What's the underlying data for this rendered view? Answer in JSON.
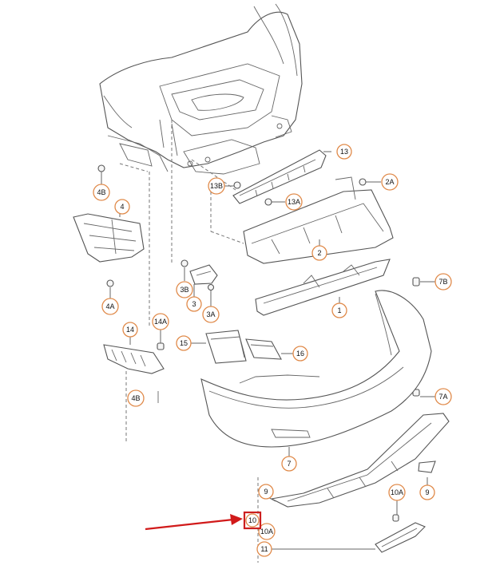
{
  "callouts": [
    {
      "id": "c13",
      "label": "13"
    },
    {
      "id": "c13b",
      "label": "13B"
    },
    {
      "id": "c13a",
      "label": "13A"
    },
    {
      "id": "c2a",
      "label": "2A"
    },
    {
      "id": "c2",
      "label": "2"
    },
    {
      "id": "c4b-top",
      "label": "4B"
    },
    {
      "id": "c4",
      "label": "4"
    },
    {
      "id": "c4a",
      "label": "4A"
    },
    {
      "id": "c3b",
      "label": "3B"
    },
    {
      "id": "c3",
      "label": "3"
    },
    {
      "id": "c3a",
      "label": "3A"
    },
    {
      "id": "c7b",
      "label": "7B"
    },
    {
      "id": "c1",
      "label": "1"
    },
    {
      "id": "c14",
      "label": "14"
    },
    {
      "id": "c14a",
      "label": "14A"
    },
    {
      "id": "c15",
      "label": "15"
    },
    {
      "id": "c16",
      "label": "16"
    },
    {
      "id": "c4b-bot",
      "label": "4B"
    },
    {
      "id": "c7a",
      "label": "7A"
    },
    {
      "id": "c7",
      "label": "7"
    },
    {
      "id": "c9-left",
      "label": "9"
    },
    {
      "id": "c10a-right",
      "label": "10A"
    },
    {
      "id": "c9-right",
      "label": "9"
    },
    {
      "id": "c10",
      "label": "10"
    },
    {
      "id": "c10a-left",
      "label": "10A"
    },
    {
      "id": "c11",
      "label": "11"
    }
  ],
  "highlight": {
    "label": "10",
    "color": "#cc1f1f"
  }
}
